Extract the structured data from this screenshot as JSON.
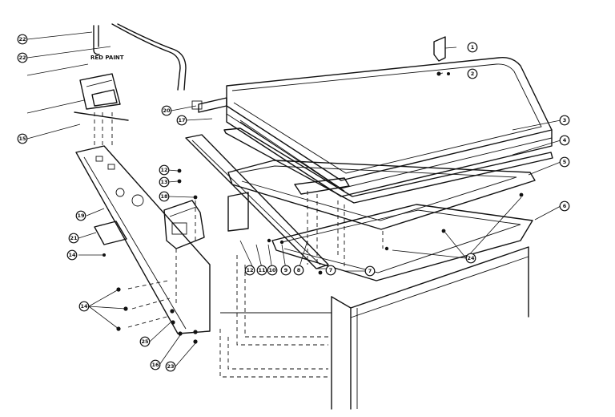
{
  "diagram": {
    "annotation": "RED PAINT",
    "callouts": [
      {
        "id": "c1",
        "num": "1"
      },
      {
        "id": "c2",
        "num": "2"
      },
      {
        "id": "c3",
        "num": "3"
      },
      {
        "id": "c4",
        "num": "4"
      },
      {
        "id": "c5",
        "num": "5"
      },
      {
        "id": "c6",
        "num": "6"
      },
      {
        "id": "c7a",
        "num": "7"
      },
      {
        "id": "c7b",
        "num": "7"
      },
      {
        "id": "c8",
        "num": "8"
      },
      {
        "id": "c9",
        "num": "9"
      },
      {
        "id": "c10",
        "num": "10"
      },
      {
        "id": "c11",
        "num": "11"
      },
      {
        "id": "c12a",
        "num": "12"
      },
      {
        "id": "c12b",
        "num": "12"
      },
      {
        "id": "c13",
        "num": "13"
      },
      {
        "id": "c14a",
        "num": "14"
      },
      {
        "id": "c14b",
        "num": "14"
      },
      {
        "id": "c15",
        "num": "15"
      },
      {
        "id": "c16",
        "num": "16"
      },
      {
        "id": "c17",
        "num": "17"
      },
      {
        "id": "c18",
        "num": "18"
      },
      {
        "id": "c19",
        "num": "19"
      },
      {
        "id": "c20",
        "num": "20"
      },
      {
        "id": "c21",
        "num": "21"
      },
      {
        "id": "c22a",
        "num": "22"
      },
      {
        "id": "c22b",
        "num": "22"
      },
      {
        "id": "c23",
        "num": "23"
      },
      {
        "id": "c24",
        "num": "24"
      },
      {
        "id": "c25",
        "num": "25"
      }
    ]
  }
}
